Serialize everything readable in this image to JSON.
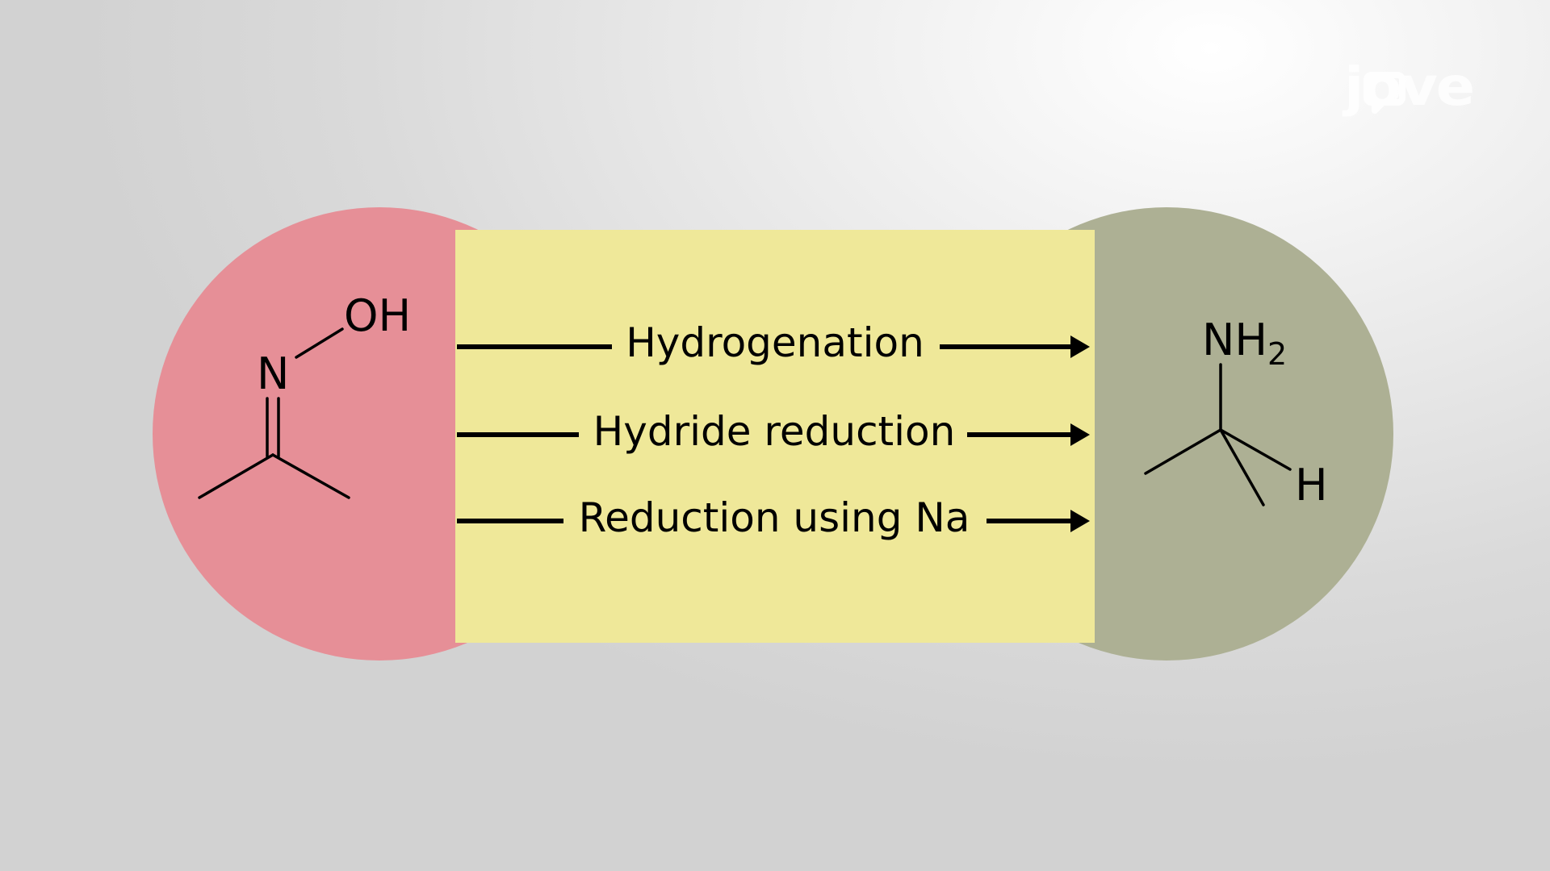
{
  "colors": {
    "reactant_circle": "#e68f97",
    "reaction_box": "#efe899",
    "product_circle": "#adb094",
    "ink": "#000000",
    "logo": "#ffffff"
  },
  "reactant": {
    "label_oh": "OH",
    "label_n": "N"
  },
  "reactions": [
    {
      "label": "Hydrogenation"
    },
    {
      "label": "Hydride reduction"
    },
    {
      "label": "Reduction using Na"
    }
  ],
  "product": {
    "label_nh": "NH",
    "label_sub": "2",
    "label_h": "H"
  },
  "logo": {
    "text": "jove"
  }
}
